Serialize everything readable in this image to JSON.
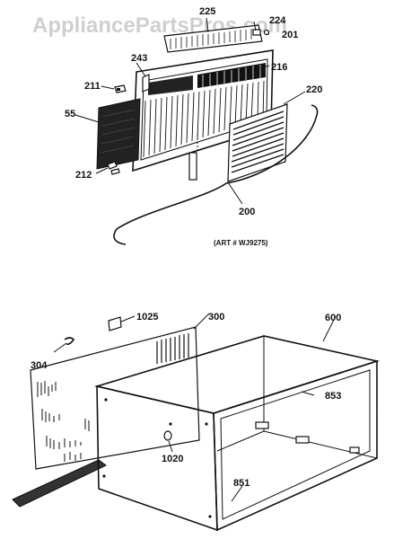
{
  "watermark": "AppliancePartsPros.com",
  "art_number": "(ART # WJ9275)",
  "callouts": {
    "p225": "225",
    "p224": "224",
    "p201": "201",
    "p243": "243",
    "p216": "216",
    "p211": "211",
    "p220": "220",
    "p55": "55",
    "p212": "212",
    "p200": "200",
    "p1025": "1025",
    "p300": "300",
    "p600": "600",
    "p304": "304",
    "p853": "853",
    "p1020": "1020",
    "p851": "851"
  }
}
